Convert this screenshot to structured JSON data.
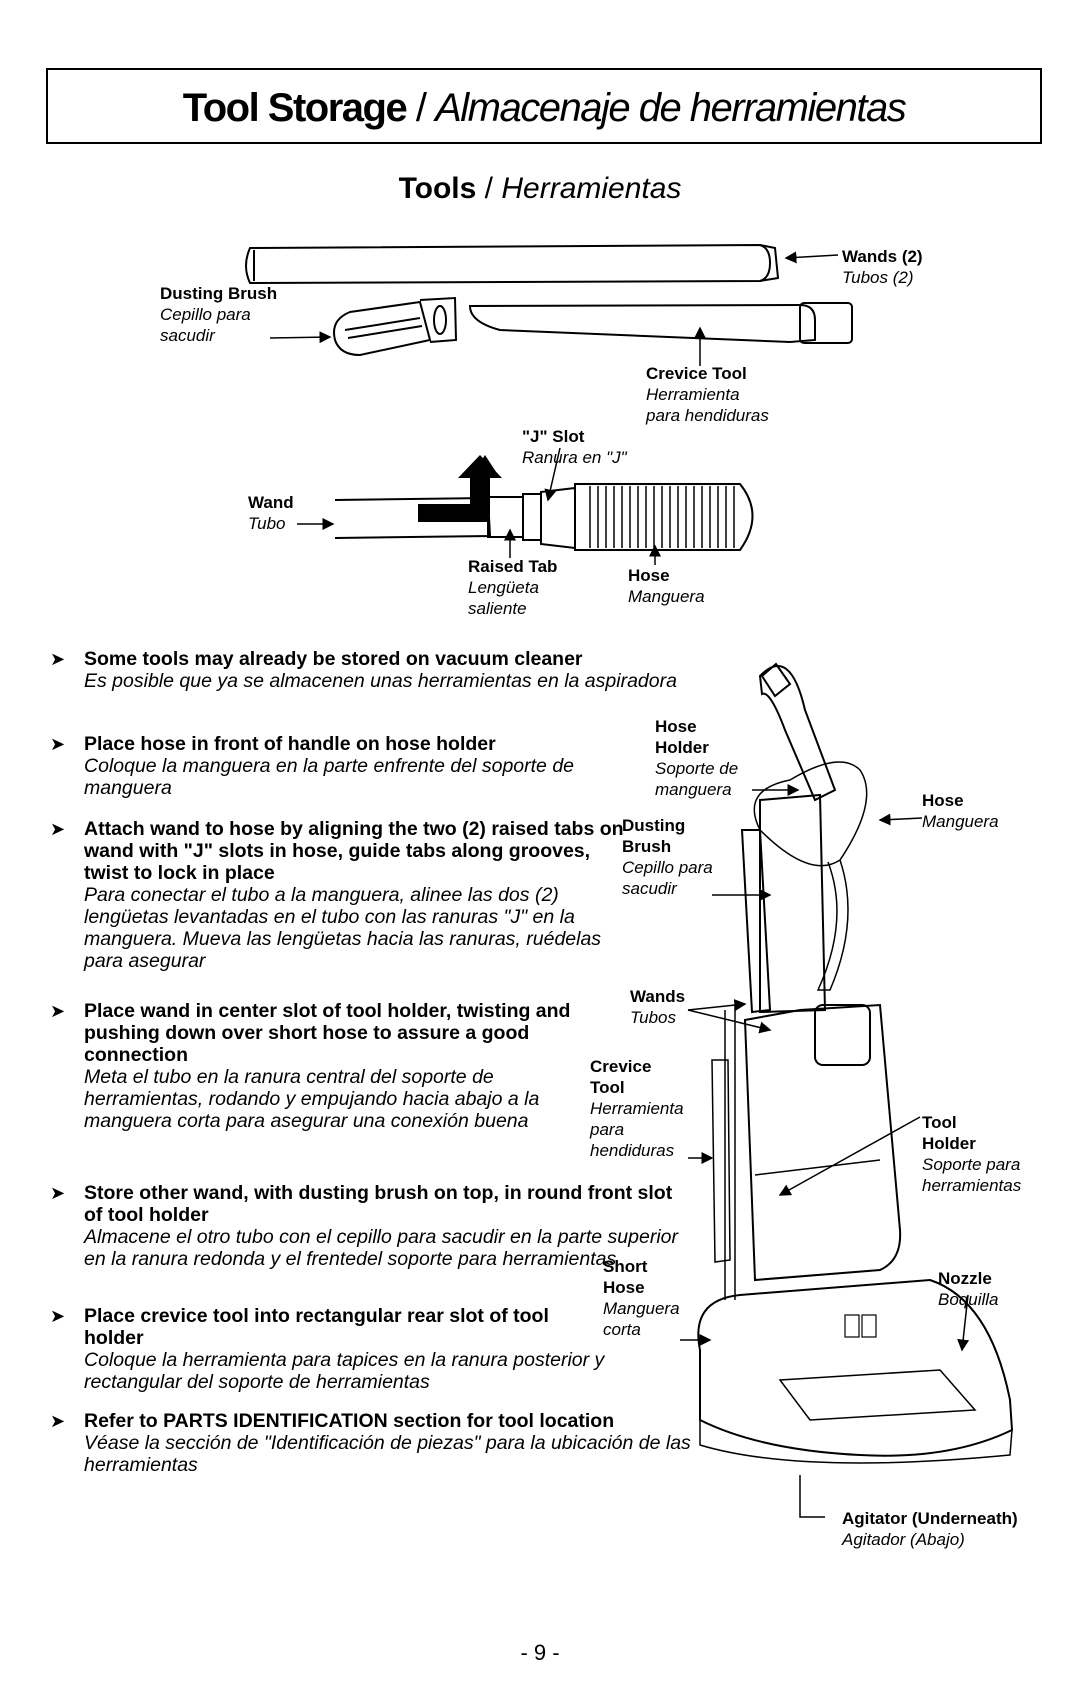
{
  "header": {
    "title_en": "Tool Storage",
    "separator": " / ",
    "title_es": "Almacenaje de herramientas"
  },
  "tools_heading": {
    "en": "Tools",
    "separator": " / ",
    "es": "Herramientas"
  },
  "figure_top": {
    "wands": {
      "en": "Wands (2)",
      "es": "Tubos (2)"
    },
    "dusting_brush": {
      "en": "Dusting Brush",
      "es_1": "Cepillo para",
      "es_2": "sacudir"
    },
    "crevice_tool": {
      "en": "Crevice Tool",
      "es_1": "Herramienta",
      "es_2": "para hendiduras"
    },
    "j_slot": {
      "en": "\"J\" Slot",
      "es": "Ranura en \"J\""
    },
    "wand": {
      "en": "Wand",
      "es": "Tubo"
    },
    "raised_tab": {
      "en": "Raised Tab",
      "es_1": "Lengüeta",
      "es_2": "saliente"
    },
    "hose": {
      "en": "Hose",
      "es": "Manguera"
    }
  },
  "instructions": [
    {
      "en": "Some tools may already be stored on vacuum cleaner",
      "es": "Es posible que ya se almacenen unas herramientas en la aspiradora"
    },
    {
      "en": "Place hose in front of handle on hose holder",
      "es": "Coloque la manguera en la parte enfrente del soporte de manguera"
    },
    {
      "en": "Attach wand to hose by aligning the two (2) raised tabs on wand with \"J\" slots in hose, guide tabs along grooves, twist to lock in place",
      "es": "Para conectar el tubo a la manguera, alinee las dos (2) lengüetas levantadas en el tubo con las ranuras \"J\" en la manguera. Mueva las lengüetas hacia las ranuras, ruédelas para asegurar"
    },
    {
      "en": "Place wand in center slot of tool holder, twisting and pushing down over short hose to assure a good connection",
      "es": "Meta el tubo en la ranura central del soporte de herramientas, rodando y empujando hacia abajo a la manguera corta para asegurar una conexión buena"
    },
    {
      "en": "Store other wand, with dusting brush on top, in round front slot of tool holder",
      "es": "Almacene el otro tubo con el cepillo para sacudir en la parte superior en la ranura redonda y el frentedel soporte para herramientas"
    },
    {
      "en": "Place crevice tool into rectangular rear slot of tool holder",
      "es": "Coloque la herramienta para tapices en la ranura posterior y rectangular del soporte de herramientas"
    },
    {
      "en": "Refer to PARTS IDENTIFICATION section for tool location",
      "es": "Véase la sección de \"Identificación de piezas\" para la ubicación de las herramientas"
    }
  ],
  "figure_vacuum": {
    "hose_holder": {
      "en_1": "Hose",
      "en_2": "Holder",
      "es_1": "Soporte de",
      "es_2": "manguera"
    },
    "hose": {
      "en": "Hose",
      "es": "Manguera"
    },
    "dusting_brush": {
      "en_1": "Dusting",
      "en_2": "Brush",
      "es_1": "Cepillo para",
      "es_2": "sacudir"
    },
    "wands": {
      "en": "Wands",
      "es": "Tubos"
    },
    "crevice_tool": {
      "en_1": "Crevice",
      "en_2": "Tool",
      "es_1": "Herramienta",
      "es_2": "para",
      "es_3": "hendiduras"
    },
    "tool_holder": {
      "en_1": "Tool",
      "en_2": "Holder",
      "es_1": "Soporte para",
      "es_2": "herramientas"
    },
    "short_hose": {
      "en_1": "Short",
      "en_2": "Hose",
      "es_1": "Manguera",
      "es_2": "corta"
    },
    "nozzle": {
      "en": "Nozzle",
      "es": "Boquilla"
    },
    "agitator": {
      "en": "Agitator (Underneath)",
      "es": "Agitador (Abajo)"
    }
  },
  "page_number": "- 9 -",
  "bullet_glyph": "➤"
}
